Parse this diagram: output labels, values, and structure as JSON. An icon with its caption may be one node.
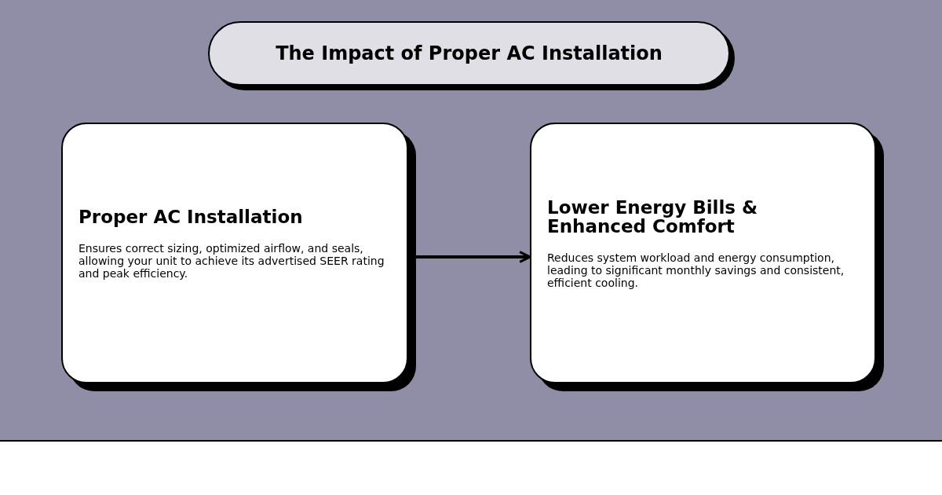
{
  "diagram": {
    "title": "The Impact of Proper AC Installation",
    "nodes": [
      {
        "text": [
          "Proper AC Installation",
          "Ensures correct sizing, optimized airflow, and seals, allowing your unit to achieve its advertised SEER rating and peak efficiency."
        ]
      },
      {
        "text": [
          "Lower Energy Bills & Enhanced Comfort",
          "Reduces system workload and energy consumption, leading to significant monthly savings and consistent, efficient cooling."
        ]
      }
    ],
    "edges": [
      {
        "from": 0,
        "to": 1,
        "arrow": "to"
      }
    ]
  }
}
